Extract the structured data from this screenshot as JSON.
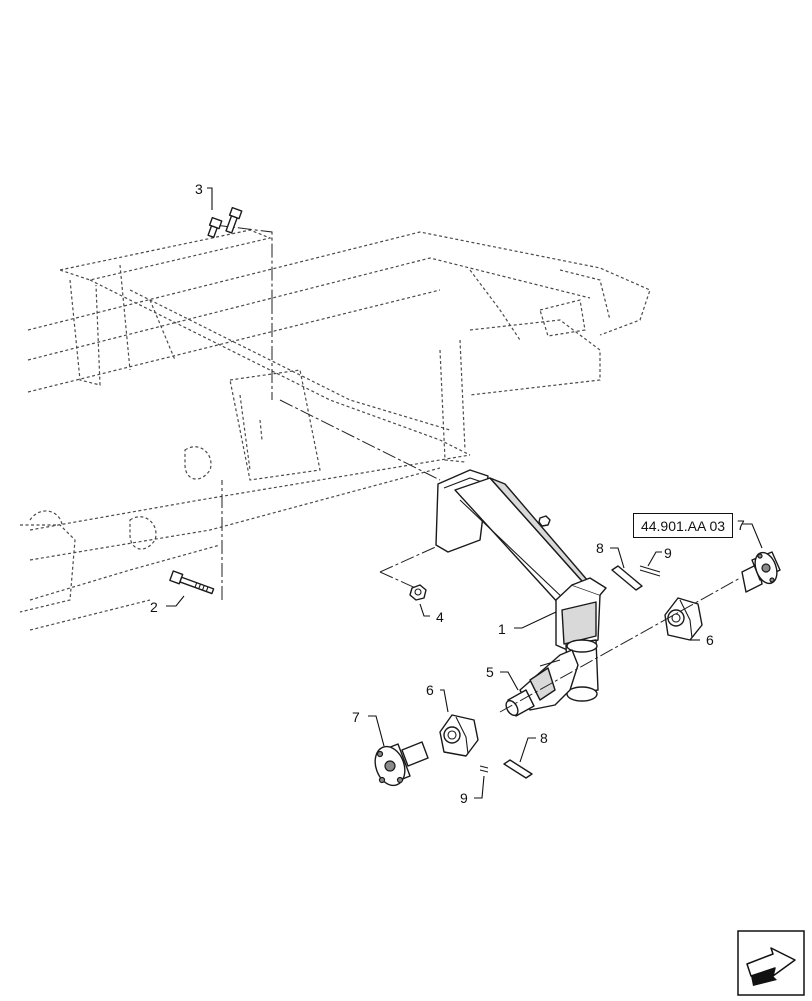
{
  "diagram": {
    "callouts": [
      {
        "id": "1",
        "text": "1"
      },
      {
        "id": "2",
        "text": "2"
      },
      {
        "id": "3",
        "text": "3"
      },
      {
        "id": "4",
        "text": "4"
      },
      {
        "id": "5",
        "text": "5"
      },
      {
        "id": "6a",
        "text": "6"
      },
      {
        "id": "6b",
        "text": "6"
      },
      {
        "id": "7a",
        "text": "7"
      },
      {
        "id": "7b",
        "text": "7"
      },
      {
        "id": "8a",
        "text": "8"
      },
      {
        "id": "8b",
        "text": "8"
      },
      {
        "id": "9a",
        "text": "9"
      },
      {
        "id": "9b",
        "text": "9"
      }
    ],
    "reference": "44.901.AA 03",
    "nav_icon": "next-page-arrow-icon"
  }
}
